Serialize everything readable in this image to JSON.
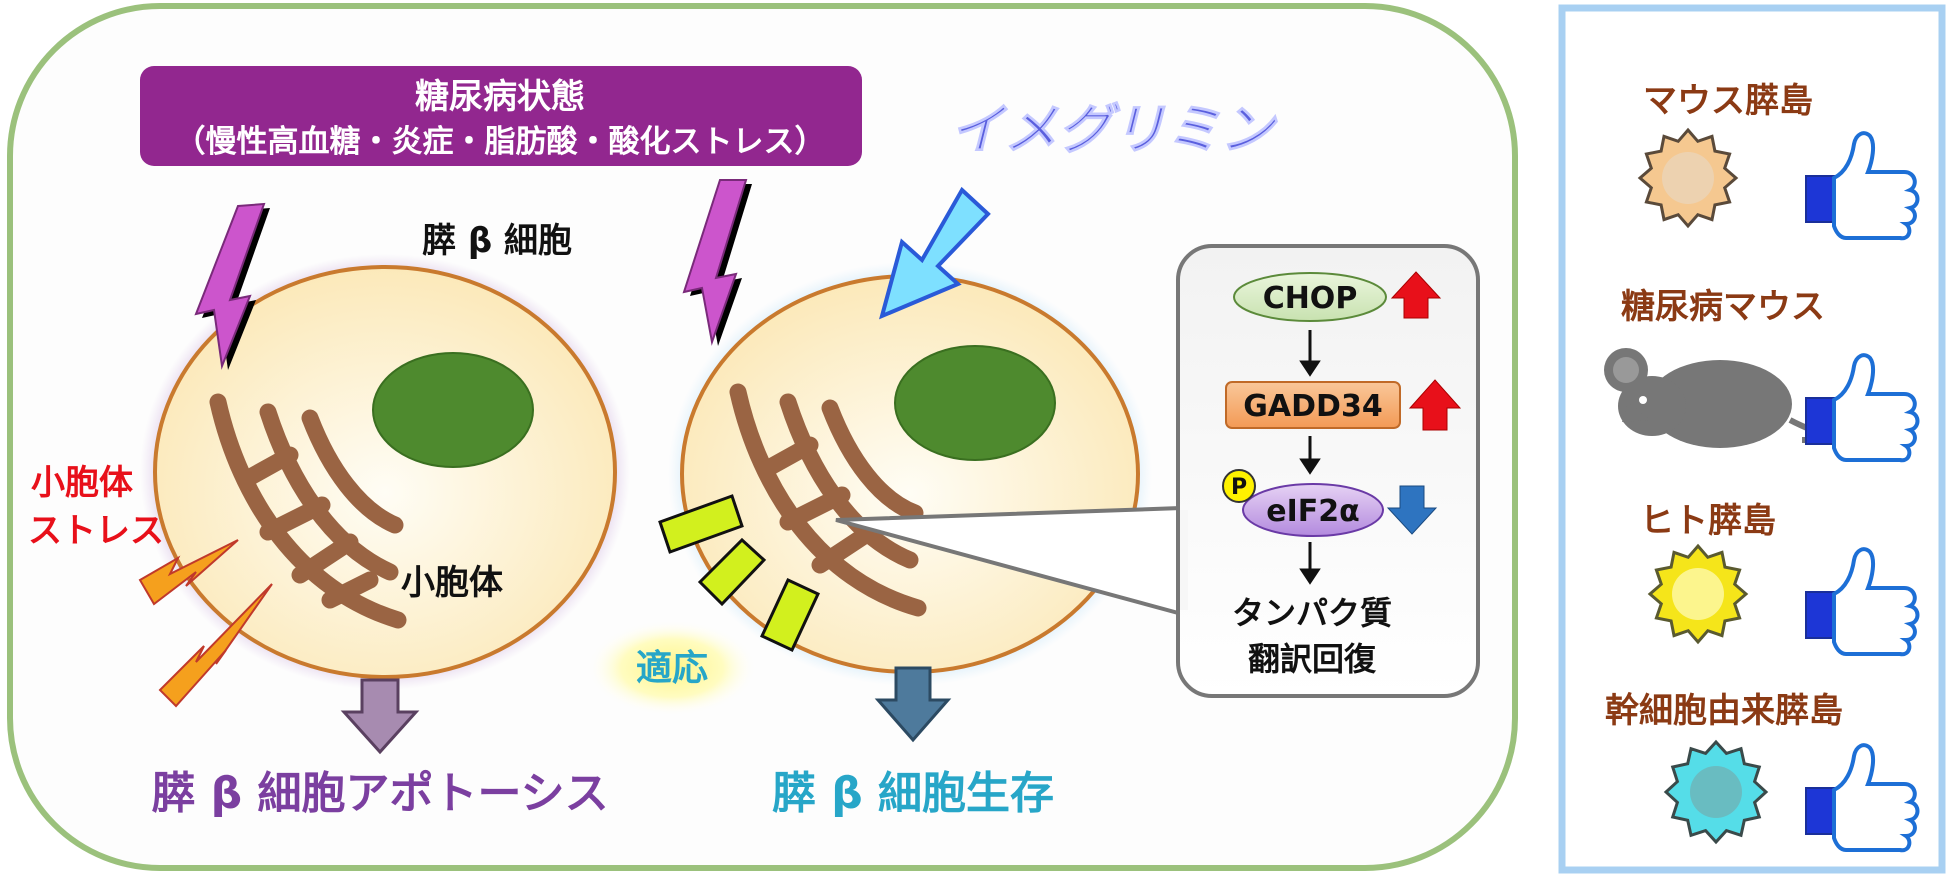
{
  "diabetic_state": {
    "title": "糖尿病状態",
    "subtitle": "（慢性高血糖・炎症・脂肪酸・酸化ストレス）"
  },
  "drug_label": "イメグリミン",
  "cell_label": "膵 β 細胞",
  "er_label": "小胞体",
  "er_stress_label": [
    "小胞体",
    "ストレス"
  ],
  "adaptation_label": "適応",
  "outcomes": {
    "apoptosis": "膵 β 細胞アポトーシス",
    "survival": "膵 β 細胞生存"
  },
  "pathway": {
    "steps": [
      {
        "name": "CHOP",
        "trend": "up"
      },
      {
        "name": "GADD34",
        "trend": "up"
      },
      {
        "name": "eIF2α",
        "trend": "down",
        "marker": "P"
      }
    ],
    "result": [
      "タンパク質",
      "翻訳回復"
    ]
  },
  "models": [
    {
      "label": "マウス膵島",
      "icon": "islet-icon",
      "color": "#f5d0a0"
    },
    {
      "label": "糖尿病マウス",
      "icon": "mouse-icon",
      "color": "#777777"
    },
    {
      "label": "ヒト膵島",
      "icon": "islet-icon",
      "color": "#fbef4a"
    },
    {
      "label": "幹細胞由来膵島",
      "icon": "islet-icon",
      "color": "#6fd6de"
    }
  ],
  "colors": {
    "cell_fill": "#fdf3d4",
    "cell_border": "#c97a2e",
    "nucleus": "#4e8a2e",
    "er": "#9a6443",
    "bolt": "#cc55cc",
    "drug_arrow": "#7ee0ff",
    "apoptosis": "#7b3fa0",
    "survival": "#27a6c8",
    "model_label": "#8b3a14",
    "up_arrow": "#e8101a",
    "down_arrow": "#2e74c0"
  }
}
